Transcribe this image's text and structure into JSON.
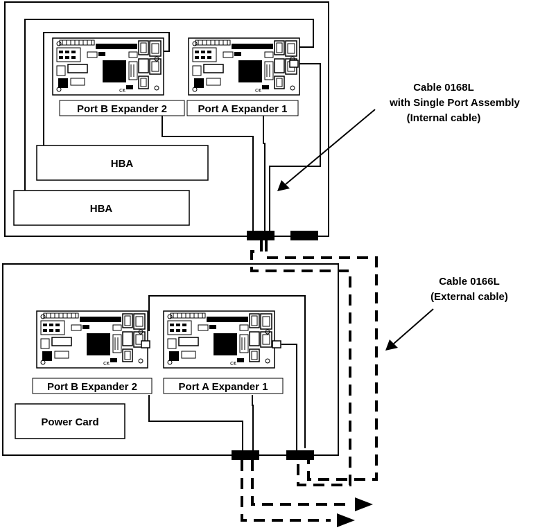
{
  "top_chassis": {
    "expanders": [
      {
        "label": "Port B Expander 2"
      },
      {
        "label": "Port A Expander 1"
      }
    ],
    "hba_inner": "HBA",
    "hba_outer": "HBA"
  },
  "bottom_chassis": {
    "expanders": [
      {
        "label": "Port B Expander 2"
      },
      {
        "label": "Port A Expander 1"
      }
    ],
    "power_card": "Power Card"
  },
  "callouts": {
    "internal_cable": [
      "Cable 0168L",
      "with Single Port Assembly",
      "(Internal cable)"
    ],
    "external_cable": [
      "Cable 0166L",
      "(External cable)"
    ]
  }
}
